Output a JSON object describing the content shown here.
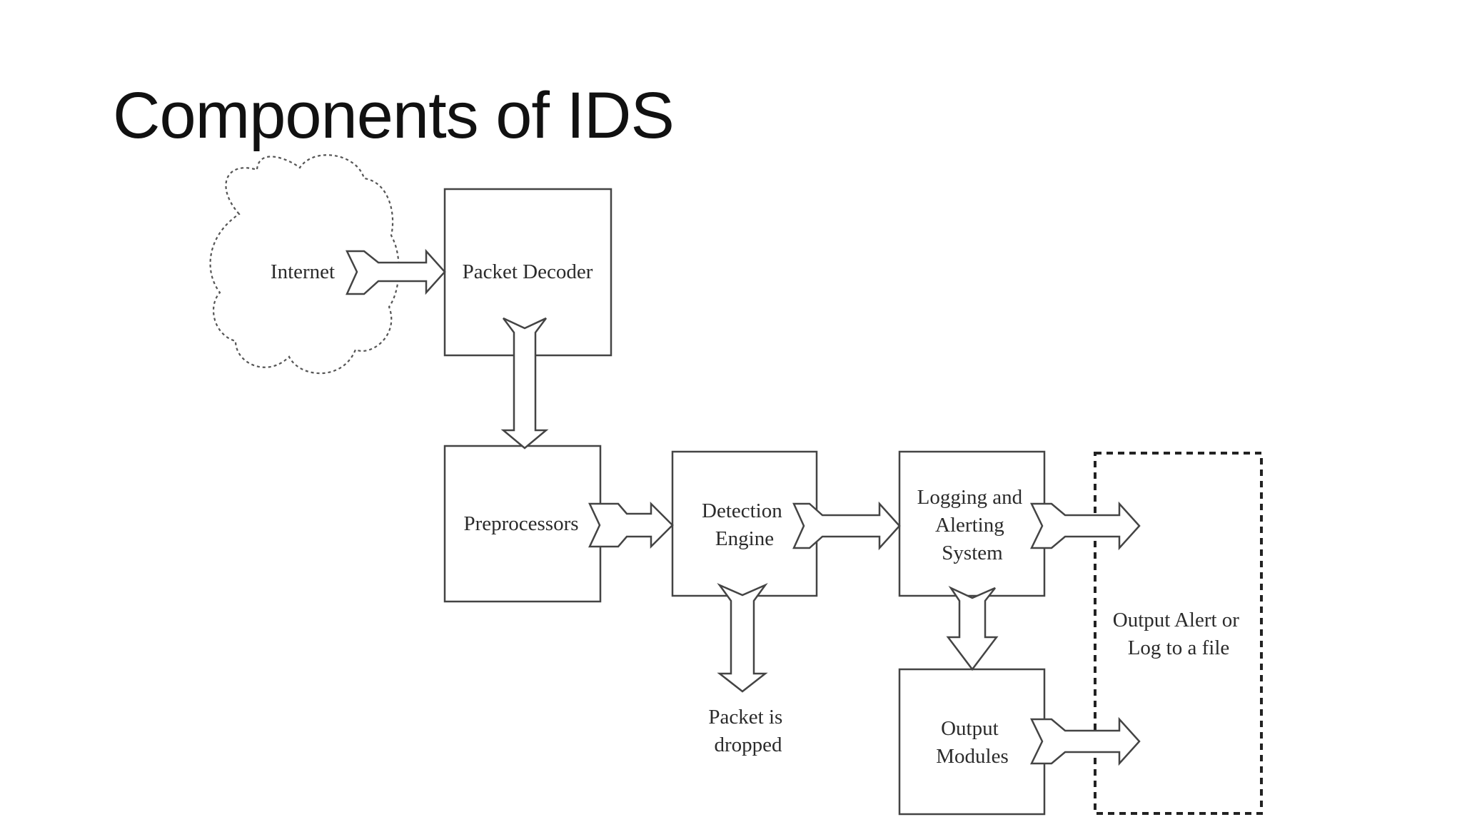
{
  "slide": {
    "title": "Components of IDS"
  },
  "diagram": {
    "nodes": {
      "internet": "Internet",
      "packet_decoder": "Packet Decoder",
      "preprocessors": "Preprocessors",
      "detection_engine": [
        "Detection",
        "Engine"
      ],
      "logging_alerting": [
        "Logging and",
        "Alerting",
        "System"
      ],
      "output_modules": [
        "Output",
        "Modules"
      ],
      "output_alert": [
        "Output Alert or",
        "Log to a file"
      ],
      "packet_dropped": [
        "Packet is",
        "dropped"
      ]
    },
    "colors": {
      "stroke": "#444444",
      "text": "#2b2b2b"
    }
  }
}
